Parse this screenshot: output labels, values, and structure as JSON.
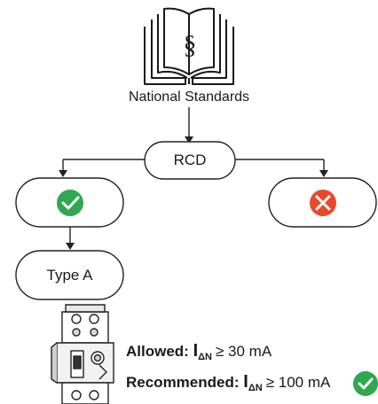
{
  "diagram": {
    "standards_label": "National Standards",
    "section_symbol": "§",
    "rcd_label": "RCD",
    "type_label": "Type A",
    "allowed": {
      "label": "Allowed:",
      "symbol": "I",
      "subscript": "ΔN",
      "value": "≥ 30 mA"
    },
    "recommended": {
      "label": "Recommended:",
      "symbol": "I",
      "subscript": "ΔN",
      "value": "≥ 100 mA"
    },
    "icons": {
      "yes": "check-circle-icon",
      "no": "x-circle-icon"
    },
    "colors": {
      "check": "#2fa84f",
      "cross": "#e64a2e",
      "line": "#222222"
    }
  }
}
